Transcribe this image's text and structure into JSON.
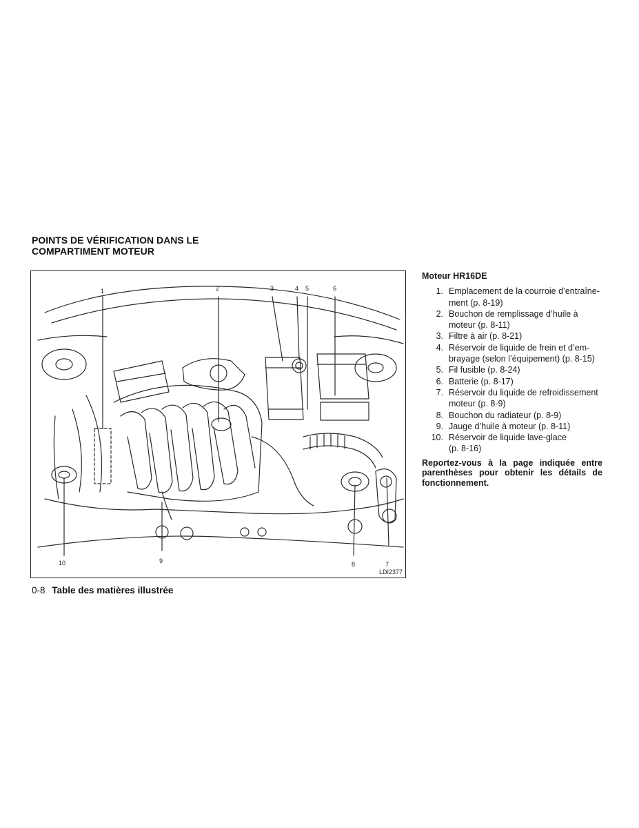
{
  "section_title": {
    "line1": "POINTS DE VÉRIFICATION DANS LE",
    "line2": "COMPARTIMENT MOTEUR"
  },
  "figure": {
    "code": "LDI2377",
    "callouts": [
      "1",
      "2",
      "3",
      "4",
      "5",
      "6",
      "7",
      "8",
      "9",
      "10"
    ]
  },
  "engine": {
    "heading": "Moteur HR16DE",
    "items": [
      {
        "num": "1.",
        "text": "Emplacement de la courroie d’entraîne-",
        "cont": "ment (p. 8-19)"
      },
      {
        "num": "2.",
        "text": "Bouchon de remplissage d’huile à",
        "cont": "moteur (p. 8-11)"
      },
      {
        "num": "3.",
        "text": "Filtre à air (p. 8-21)",
        "cont": ""
      },
      {
        "num": "4.",
        "text": "Réservoir de liquide de frein et d’em-",
        "cont": "brayage (selon l’équipement) (p. 8-15)"
      },
      {
        "num": "5.",
        "text": "Fil fusible (p. 8-24)",
        "cont": ""
      },
      {
        "num": "6.",
        "text": "Batterie (p. 8-17)",
        "cont": ""
      },
      {
        "num": "7.",
        "text": "Réservoir du liquide de refroidissement",
        "cont": "moteur (p. 8-9)"
      },
      {
        "num": "8.",
        "text": "Bouchon du radiateur (p. 8-9)",
        "cont": ""
      },
      {
        "num": "9.",
        "text": "Jauge d’huile à moteur (p. 8-11)",
        "cont": ""
      },
      {
        "num": "10.",
        "text": "Réservoir de liquide lave-glace",
        "cont": "(p. 8-16)"
      }
    ],
    "note": "Reportez-vous à la page indiquée entre parenthèses pour obtenir les détails de fonctionnement."
  },
  "footer": {
    "page": "0-8",
    "title": "Table des matières illustrée"
  }
}
